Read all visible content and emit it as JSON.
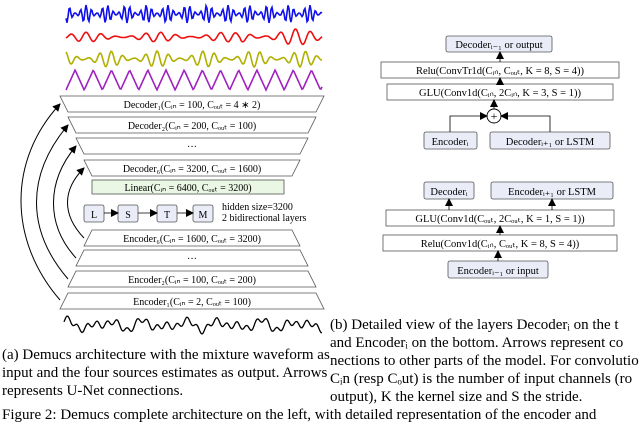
{
  "left": {
    "decoders": [
      "Decoder₁(Cᵢₙ = 100, Cₒᵤₜ = 4 ∗ 2)",
      "Decoder₂(Cᵢₙ = 200, Cₒᵤₜ = 100)",
      "···",
      "Decoder₆(Cᵢₙ = 3200, Cₒᵤₜ = 1600)"
    ],
    "linear": "Linear(Cᵢₙ = 6400, Cₒᵤₜ = 3200)",
    "lstm_cells": [
      "L",
      "S",
      "T",
      "M"
    ],
    "lstm_note": [
      "hidden size=3200",
      "2 bidirectional layers"
    ],
    "encoders": [
      "Encoder₆(Cᵢₙ = 1600, Cₒᵤₜ = 3200)",
      "···",
      "Encoder₂(Cᵢₙ = 100, Cₒᵤₜ = 200)",
      "Encoder₁(Cᵢₙ = 2, Cₒᵤₜ = 100)"
    ],
    "source_colors": [
      "#1010ee",
      "#ee1010",
      "#b0b000",
      "#a020c0"
    ],
    "caption": [
      "(a) Demucs architecture with the mixture waveform as",
      "input and the four sources estimates as output. Arrows",
      "represents U-Net connections."
    ]
  },
  "right": {
    "decoder_block": {
      "output": "Decoderᵢ₋₁ or output",
      "relu": "Relu(ConvTr1d(Cᵢₙ, Cₒᵤₜ, K = 8, S = 4))",
      "glu": "GLU(Conv1d(Cᵢₙ, 2Cᵢₙ, K = 3, S = 1))",
      "plus": "+",
      "encoder": "Encoderᵢ",
      "decoder_in": "Decoderᵢ₊₁ or LSTM"
    },
    "encoder_block": {
      "decoder": "Decoderᵢ",
      "encoder_out": "Encoderᵢ₊₁ or LSTM",
      "glu": "GLU(Conv1d(Cₒᵤₜ, 2Cₒᵤₜ, K = 1, S = 1))",
      "relu": "Relu(Conv1d(Cᵢₙ, Cₒᵤₜ, K = 8, S = 4))",
      "input": "Encoderᵢ₋₁ or input"
    },
    "caption": [
      "(b) Detailed view of the layers Decoderᵢ on the t",
      "and Encoderᵢ on the bottom. Arrows represent co",
      "nections to other parts of the model. For convolutio",
      "Cᵢn (resp Cₒut) is the number of input channels (ro",
      "output), K the kernel size and S the stride."
    ]
  },
  "footer": "Figure 2: Demucs complete architecture on the left, with detailed representation of the encoder and"
}
